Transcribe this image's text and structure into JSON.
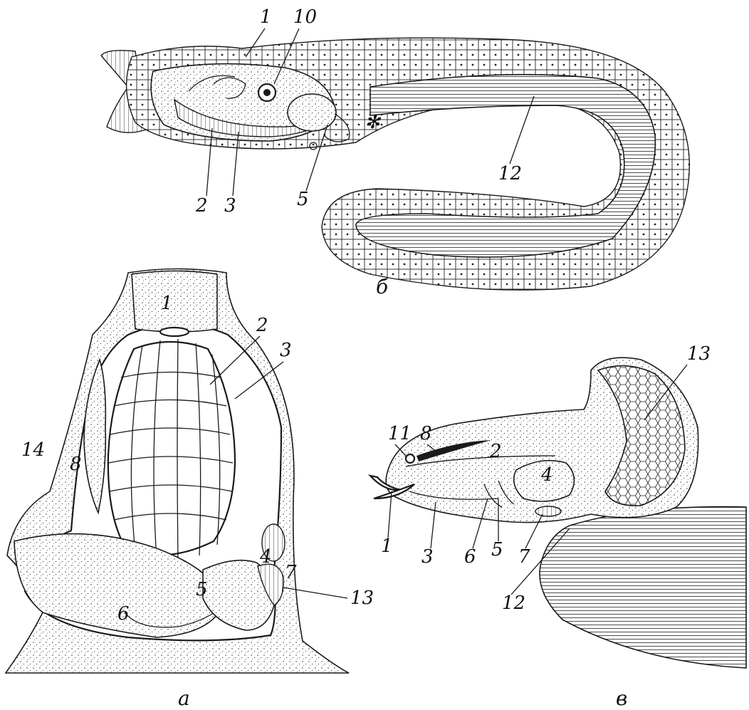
{
  "panels": {
    "a": {
      "label": "а",
      "numbers": [
        "1",
        "2",
        "3",
        "14",
        "8",
        "4",
        "7",
        "13",
        "5",
        "6"
      ]
    },
    "b": {
      "label": "б",
      "numbers": [
        "1",
        "10",
        "2",
        "3",
        "5",
        "12"
      ]
    },
    "v": {
      "label": "в",
      "numbers": [
        "11",
        "8",
        "13",
        "2",
        "4",
        "1",
        "3",
        "6",
        "5",
        "7",
        "12"
      ]
    }
  },
  "colors": {
    "ink": "#1a1a1a",
    "paper": "#ffffff"
  }
}
